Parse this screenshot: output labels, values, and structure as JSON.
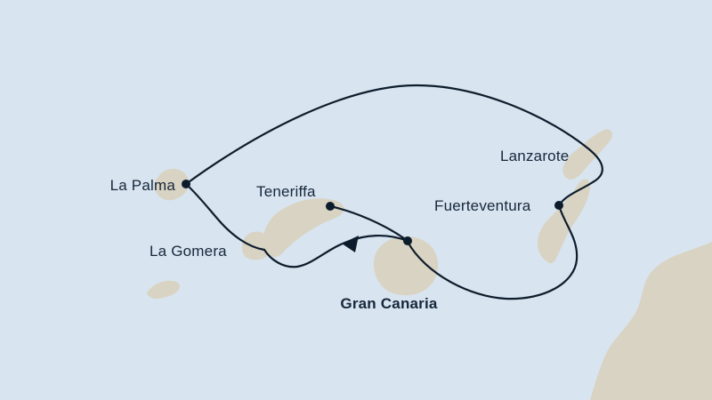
{
  "map": {
    "colors": {
      "sea": "#d8e4ef",
      "land": "#d9d3c3",
      "route": "#0d1c2c",
      "label": "#16283c"
    },
    "ports": [
      {
        "name": "La Palma",
        "emphasis": "normal"
      },
      {
        "name": "Teneriffa",
        "emphasis": "normal"
      },
      {
        "name": "Lanzarote",
        "emphasis": "normal"
      },
      {
        "name": "Fuerteventura",
        "emphasis": "normal"
      },
      {
        "name": "La Gomera",
        "emphasis": "normal"
      },
      {
        "name": "Gran Canaria",
        "emphasis": "bold"
      }
    ]
  }
}
